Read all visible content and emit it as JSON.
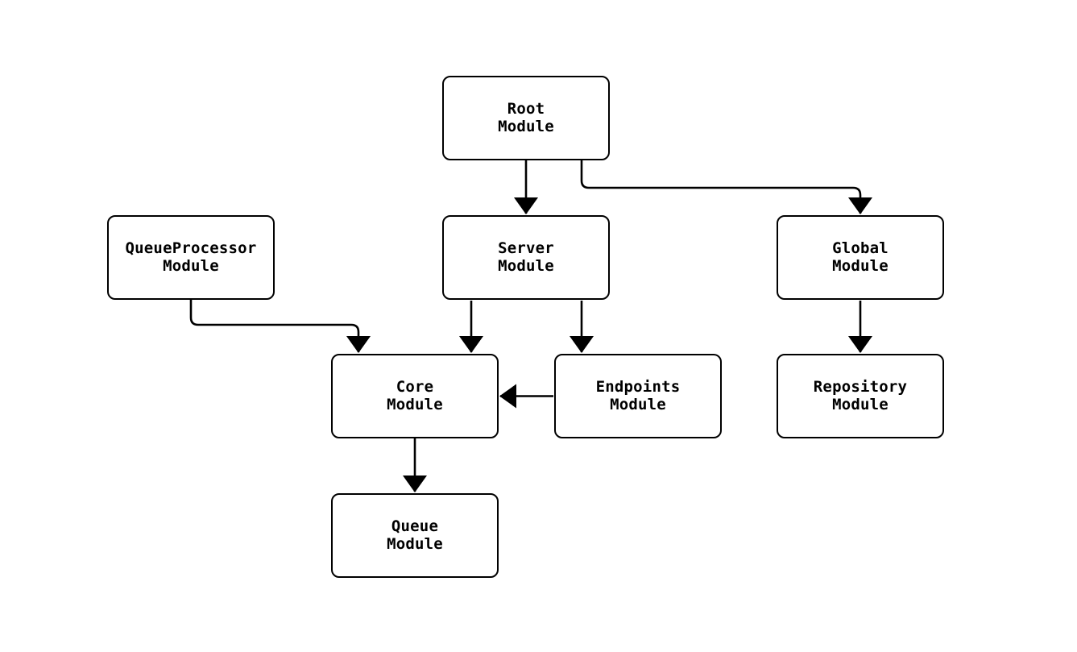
{
  "diagram": {
    "type": "module-dependency-flowchart",
    "background_color": "#ffffff",
    "node_fill_color": "#ffffff",
    "node_border_color": "#000000",
    "edge_color": "#000000",
    "text_color": "#000000",
    "nodes": [
      {
        "id": "root",
        "label": "Root\nModule"
      },
      {
        "id": "queueprocessor",
        "label": "QueueProcessor\nModule"
      },
      {
        "id": "server",
        "label": "Server\nModule"
      },
      {
        "id": "global",
        "label": "Global\nModule"
      },
      {
        "id": "core",
        "label": "Core\nModule"
      },
      {
        "id": "endpoints",
        "label": "Endpoints\nModule"
      },
      {
        "id": "repository",
        "label": "Repository\nModule"
      },
      {
        "id": "queue",
        "label": "Queue\nModule"
      }
    ],
    "edges": [
      {
        "from": "Root Module",
        "to": "Server Module"
      },
      {
        "from": "Root Module",
        "to": "Global Module"
      },
      {
        "from": "QueueProcessor Module",
        "to": "Core Module"
      },
      {
        "from": "Server Module",
        "to": "Core Module"
      },
      {
        "from": "Server Module",
        "to": "Endpoints Module"
      },
      {
        "from": "Endpoints Module",
        "to": "Core Module"
      },
      {
        "from": "Core Module",
        "to": "Queue Module"
      },
      {
        "from": "Global Module",
        "to": "Repository Module"
      }
    ]
  }
}
